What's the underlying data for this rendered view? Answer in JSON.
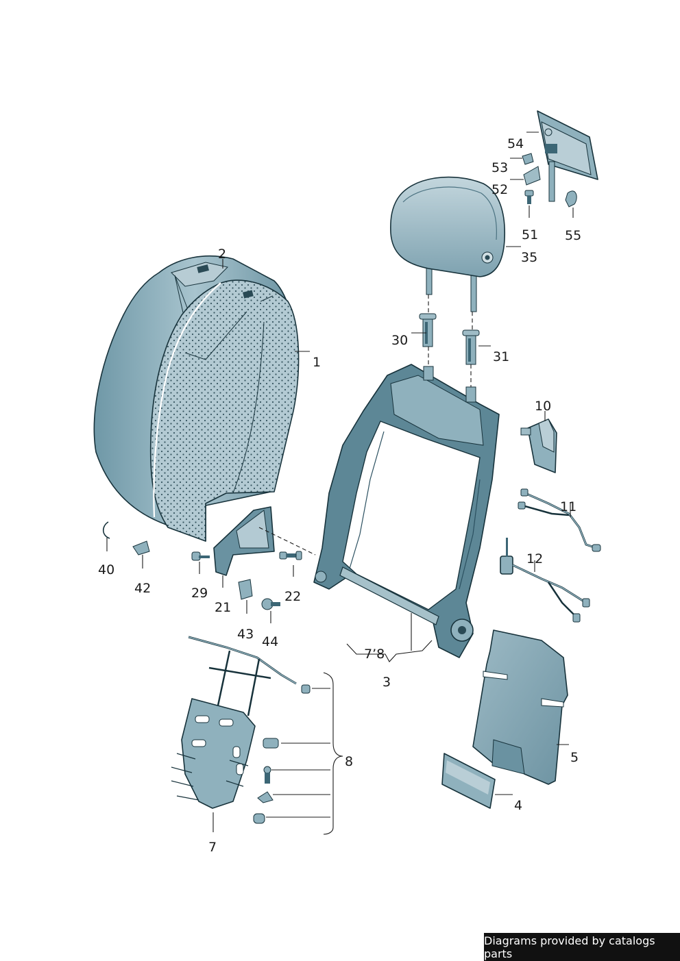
{
  "labels": {
    "p1": "1",
    "p2": "2",
    "p3": "3",
    "p4": "4",
    "p5": "5",
    "p7": "7",
    "p78": "7’8",
    "p8": "8",
    "p10": "10",
    "p11": "11",
    "p12": "12",
    "p21": "21",
    "p22": "22",
    "p29": "29",
    "p30": "30",
    "p31": "31",
    "p35": "35",
    "p40": "40",
    "p42": "42",
    "p43": "43",
    "p44": "44",
    "p51": "51",
    "p52": "52",
    "p53": "53",
    "p54": "54",
    "p55": "55"
  },
  "footer": {
    "text": "Diagrams provided by catalogs parts"
  },
  "colors": {
    "part_fill": "#8fb1bd",
    "part_dark": "#3c6675",
    "frame_fill": "#5d8796",
    "outline": "#17323b",
    "footer_bg": "#111111"
  }
}
